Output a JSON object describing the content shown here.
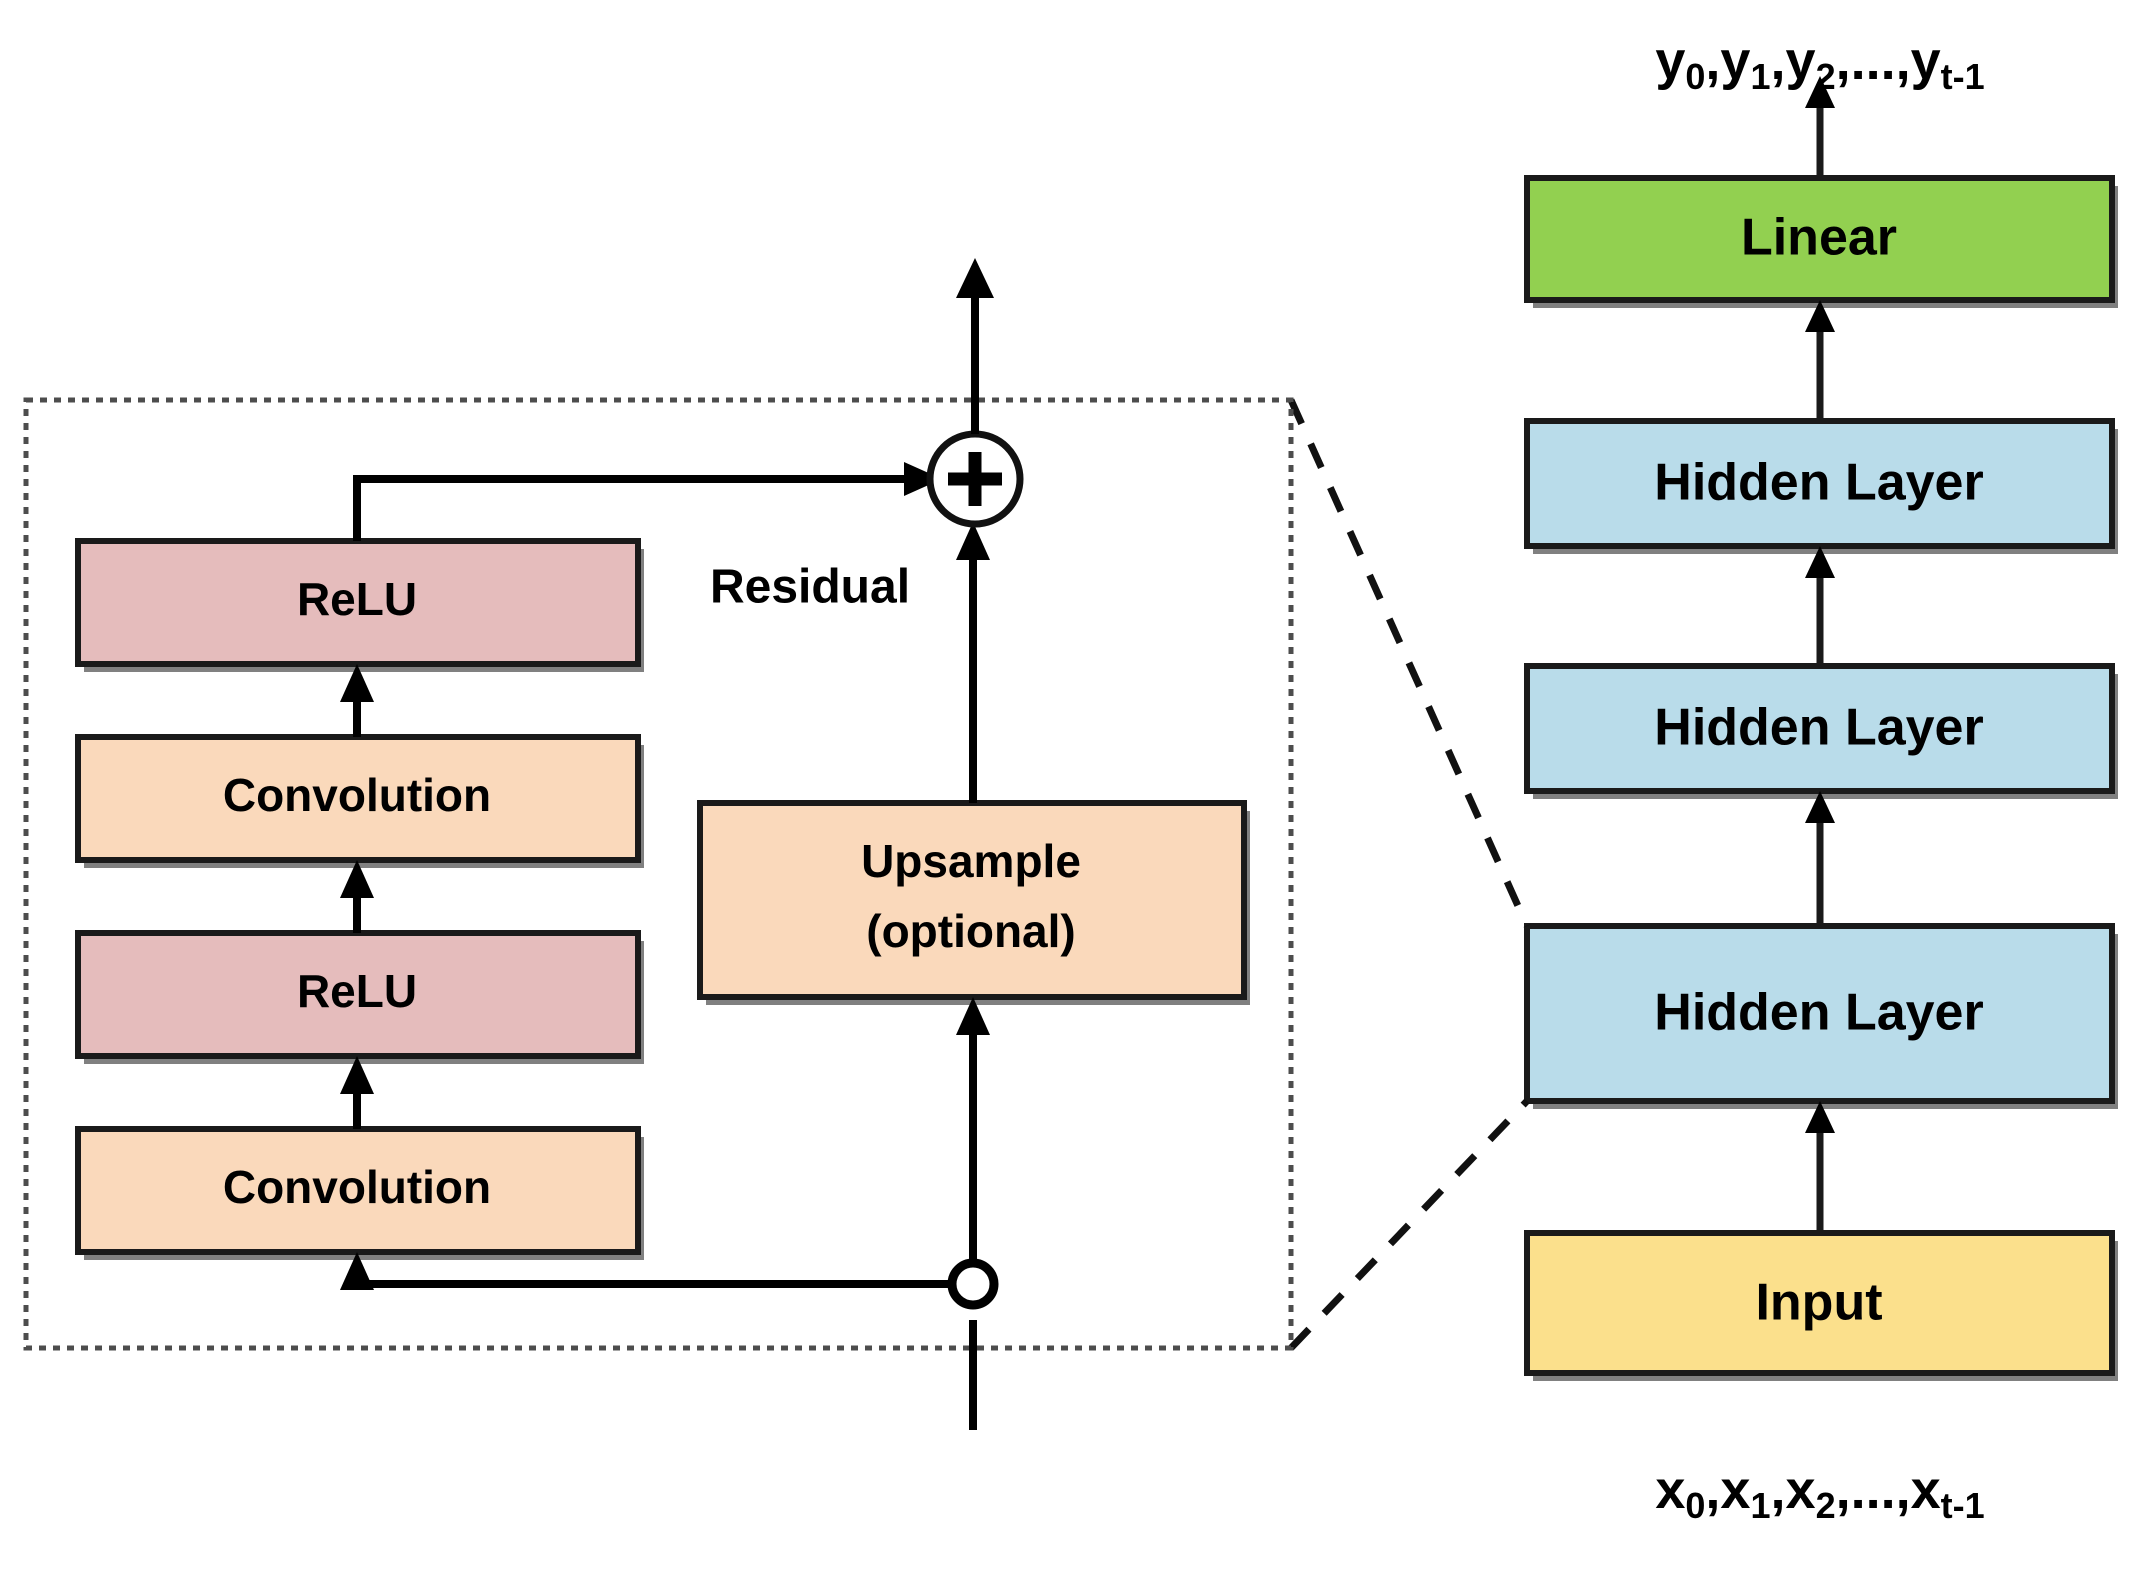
{
  "figure": {
    "title": "Residual block and temporal network stack diagram",
    "colors": {
      "relu": "#e5bcbc",
      "convolution": "#fad9bb",
      "upsample": "#fad9bb",
      "hidden_layer": "#b9dcea",
      "linear": "#92d050",
      "input": "#fbe08c",
      "stroke": "#1a1a1a",
      "dotted_frame": "#4d4d4d",
      "arrow": "#000000"
    }
  },
  "residual_block": {
    "frame_name": "residual-block-frame",
    "residual_label": "Residual",
    "plus_symbol": "+",
    "nodes": [
      {
        "id": "relu-top",
        "label": "ReLU",
        "type": "relu"
      },
      {
        "id": "conv-upper",
        "label": "Convolution",
        "type": "convolution"
      },
      {
        "id": "relu-bottom",
        "label": "ReLU",
        "type": "relu"
      },
      {
        "id": "conv-lower",
        "label": "Convolution",
        "type": "convolution"
      }
    ],
    "upsample": {
      "id": "upsample",
      "line1": "Upsample",
      "line2": "(optional)",
      "type": "upsample"
    }
  },
  "network_stack": {
    "output_label": {
      "parts": [
        {
          "base": "y",
          "sub": "0"
        },
        {
          "sep": ","
        },
        {
          "base": "y",
          "sub": "1"
        },
        {
          "sep": ","
        },
        {
          "base": "y",
          "sub": "2"
        },
        {
          "sep": ",...,"
        },
        {
          "base": "y",
          "sub": "t-1"
        }
      ],
      "text": "y0,y1,y2,...,yt-1"
    },
    "input_label": {
      "parts": [
        {
          "base": "x",
          "sub": "0"
        },
        {
          "sep": ","
        },
        {
          "base": "x",
          "sub": "1"
        },
        {
          "sep": ","
        },
        {
          "base": "x",
          "sub": "2"
        },
        {
          "sep": ",...,"
        },
        {
          "base": "x",
          "sub": "t-1"
        }
      ],
      "text": "x0,x1,x2,...,xt-1"
    },
    "layers": [
      {
        "id": "linear",
        "label": "Linear",
        "type": "linear"
      },
      {
        "id": "hidden-layer-1",
        "label": "Hidden Layer",
        "type": "hidden"
      },
      {
        "id": "hidden-layer-2",
        "label": "Hidden Layer",
        "type": "hidden"
      },
      {
        "id": "hidden-layer-3",
        "label": "Hidden Layer",
        "type": "hidden"
      },
      {
        "id": "input",
        "label": "Input",
        "type": "input"
      }
    ]
  }
}
